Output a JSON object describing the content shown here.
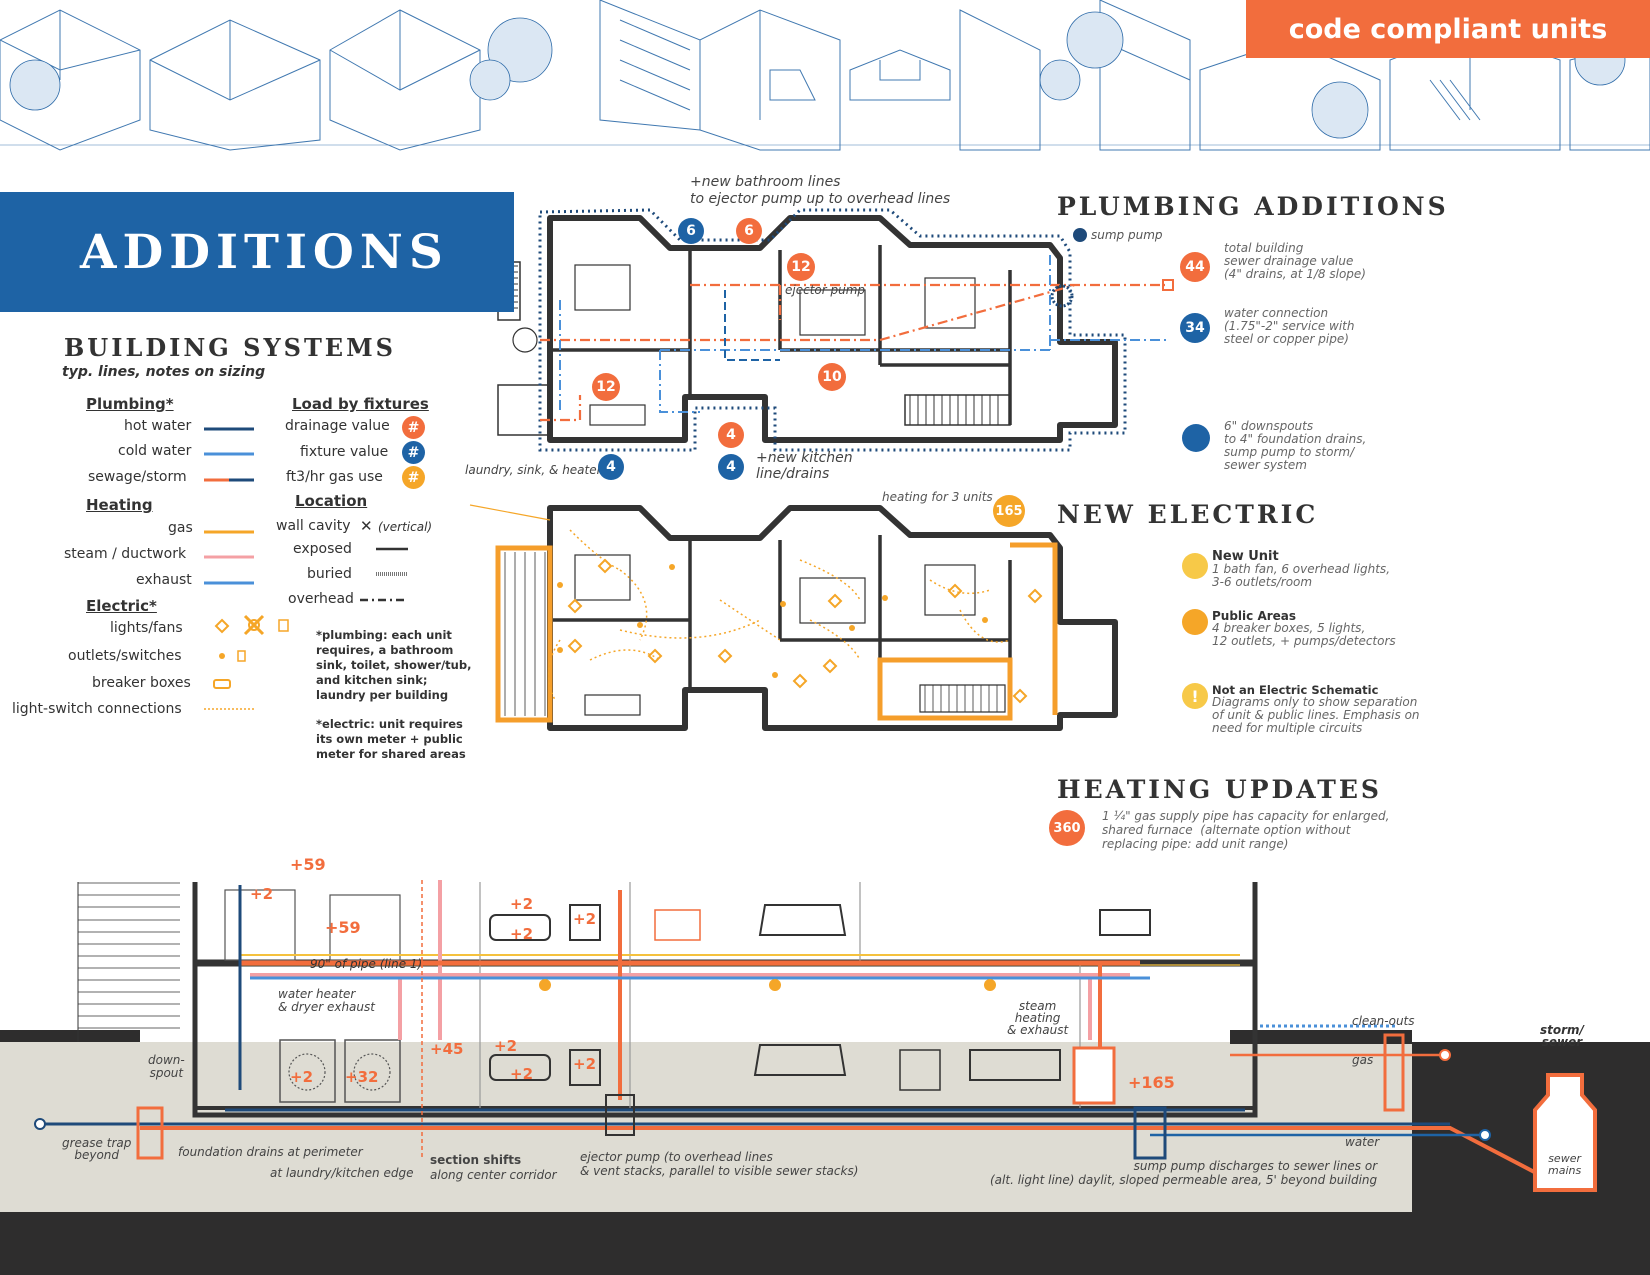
{
  "tag": "code compliant units",
  "banner": "ADDITIONS",
  "legend": {
    "title": "BUILDING SYSTEMS",
    "subtitle": "typ. lines, notes on sizing",
    "plumbing_head": "Plumbing*",
    "plumbing": [
      "hot water",
      "cold water",
      "sewage/storm"
    ],
    "heating_head": "Heating",
    "heating": [
      "gas",
      "steam / ductwork",
      "exhaust"
    ],
    "electric_head": "Electric*",
    "electric": [
      "lights/fans",
      "outlets/switches",
      "breaker boxes",
      "light-switch connections"
    ],
    "load_head": "Load by fixtures",
    "load": [
      "drainage value",
      "fixture value",
      "ft3/hr gas use"
    ],
    "load_symbol": "#",
    "location_head": "Location",
    "location": [
      "wall cavity",
      "exposed",
      "buried",
      "overhead"
    ],
    "wall_cavity_note": "(vertical)",
    "note_plumbing": "*plumbing: each unit requires, a bathroom sink, toilet, shower/tub, and kitchen sink; laundry per building",
    "note_electric": "*electric: unit requires its own meter + public meter for shared areas"
  },
  "plumbing_plan": {
    "note_top": "+new bathroom lines\nto ejector pump up to overhead lines",
    "ejector_label": "ejector pump",
    "laundry_label": "laundry, sink, & heater",
    "kitchen_label": "+new kitchen\nline/drains",
    "badges": [
      "6",
      "6",
      "12",
      "12",
      "10",
      "4",
      "4",
      "4"
    ]
  },
  "plumbing_additions": {
    "title": "PLUMBING ADDITIONS",
    "sump_label": "sump pump",
    "items": [
      {
        "value": "44",
        "text": "total building\nsewer drainage value\n(4\" drains, at 1/8 slope)"
      },
      {
        "value": "34",
        "text": "water connection\n(1.75\"-2\" service with\nsteel or copper pipe)"
      },
      {
        "value": "",
        "text": "6\" downspouts\nto 4\" foundation drains,\nsump pump to storm/\nsewer system"
      }
    ]
  },
  "electric_plan": {
    "heating_label": "heating for 3 units",
    "heating_value": "165"
  },
  "new_electric": {
    "title": "NEW ELECTRIC",
    "items": [
      {
        "title": "New Unit",
        "text": "1 bath fan, 6 overhead lights,\n3-6 outlets/room",
        "color": "#f7c948"
      },
      {
        "title": "Public Areas",
        "text": "4 breaker boxes, 5 lights,\n12 outlets, + pumps/detectors",
        "color": "#f5a628"
      },
      {
        "title": "Not an Electric Schematic",
        "text": "Diagrams only to show separation\nof unit & public lines. Emphasis on\nneed for multiple circuits",
        "color": "#f7c948",
        "symbol": "!"
      }
    ]
  },
  "heating_updates": {
    "title": "HEATING UPDATES",
    "value": "360",
    "text": "1 ¼\" gas supply pipe has capacity for enlarged,\nshared furnace  (alternate option without\nreplacing pipe: add unit range)"
  },
  "section": {
    "plus_labels": [
      "+59",
      "+2",
      "+59",
      "+2",
      "+2",
      "+2",
      "+2",
      "+2",
      "+2",
      "+2",
      "+32",
      "+45",
      "+165"
    ],
    "labels": {
      "pipe_90": "90\" of pipe (line 1)",
      "water_heater": "water heater\n& dryer exhaust",
      "steam": "steam\nheating\n& exhaust",
      "downspout": "down-\nspout",
      "grease": "grease trap\nbeyond",
      "foundation": "foundation drains at perimeter",
      "laundry_edge": "at laundry/kitchen edge",
      "section_shifts": "section shifts",
      "center_corridor": "along center corridor",
      "ejector": "ejector pump (to overhead lines\n& vent stacks, parallel to visible sewer stacks)",
      "sump": "sump pump discharges to sewer lines or\n(alt. light line) daylit, sloped permeable area, 5' beyond building",
      "clean_outs": "clean-outs",
      "gas": "gas",
      "water": "water",
      "storm": "storm/\nsewer",
      "sewer_mains": "sewer\nmains"
    }
  },
  "colors": {
    "blue_dark": "#1e4a7a",
    "blue": "#1e63a5",
    "blue_light": "#4a90d9",
    "orange": "#f26d3d",
    "yellow": "#f5a628",
    "pink": "#f4a0a4",
    "ground": "#2e2d2d",
    "soil": "#dedcd3"
  }
}
